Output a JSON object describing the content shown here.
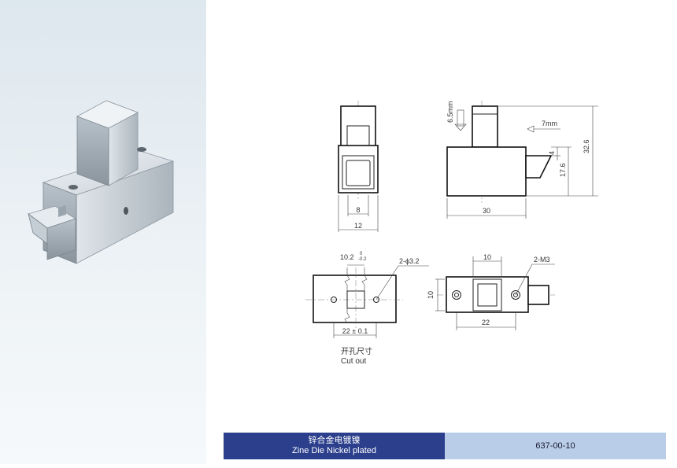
{
  "drawing": {
    "front_view": {
      "dim_width_inner": "8",
      "dim_width_outer": "12"
    },
    "side_view": {
      "dim_stroke_up": "6.5mm",
      "dim_stroke_out": "7mm",
      "dim_total_height": "32.6",
      "dim_body_height": "17.6",
      "dim_latch": "4",
      "dim_length": "30"
    },
    "cutout": {
      "dim_slot": "10.2",
      "dim_tol_upper": "0",
      "dim_tol_lower": "-0.2",
      "dim_holes": "2-ϕ3.2",
      "dim_spacing": "22 ± 0.1",
      "label_cn": "开孔尺寸",
      "label_en": "Cut out"
    },
    "bottom_view": {
      "dim_top": "10",
      "dim_screws": "2-M3",
      "dim_height": "10",
      "dim_spacing": "22"
    }
  },
  "footer": {
    "material_cn": "锌合金电镀镍",
    "material_en": "Zine Die Nickel plated",
    "part_number": "637-00-10"
  }
}
